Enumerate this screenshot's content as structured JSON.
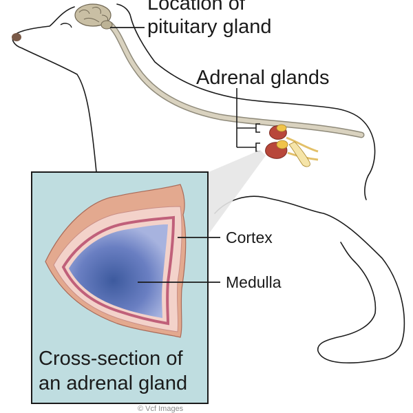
{
  "labels": {
    "pituitary_line1": "Location of",
    "pituitary_line2": "pituitary gland",
    "adrenal": "Adrenal glands",
    "cortex": "Cortex",
    "medulla": "Medulla"
  },
  "caption": {
    "line1": "Cross-section of",
    "line2": "an adrenal gland"
  },
  "credit": "© Vcf Images",
  "colors": {
    "outline": "#1a1a1a",
    "spinal_cord": "#d9d2bf",
    "spinal_cord_edge": "#8f8a7a",
    "brain": "#c9bfa4",
    "kidney": "#b8473a",
    "adrenal_gland": "#f0c34a",
    "inset_bg": "#bfdde0",
    "gland_outer": "#e3a98f",
    "gland_cortex": "#f3d2ca",
    "gland_cortex_band": "#c0607a",
    "medulla_dark": "#3d5a9e",
    "medulla_light": "#9aa9d8"
  }
}
